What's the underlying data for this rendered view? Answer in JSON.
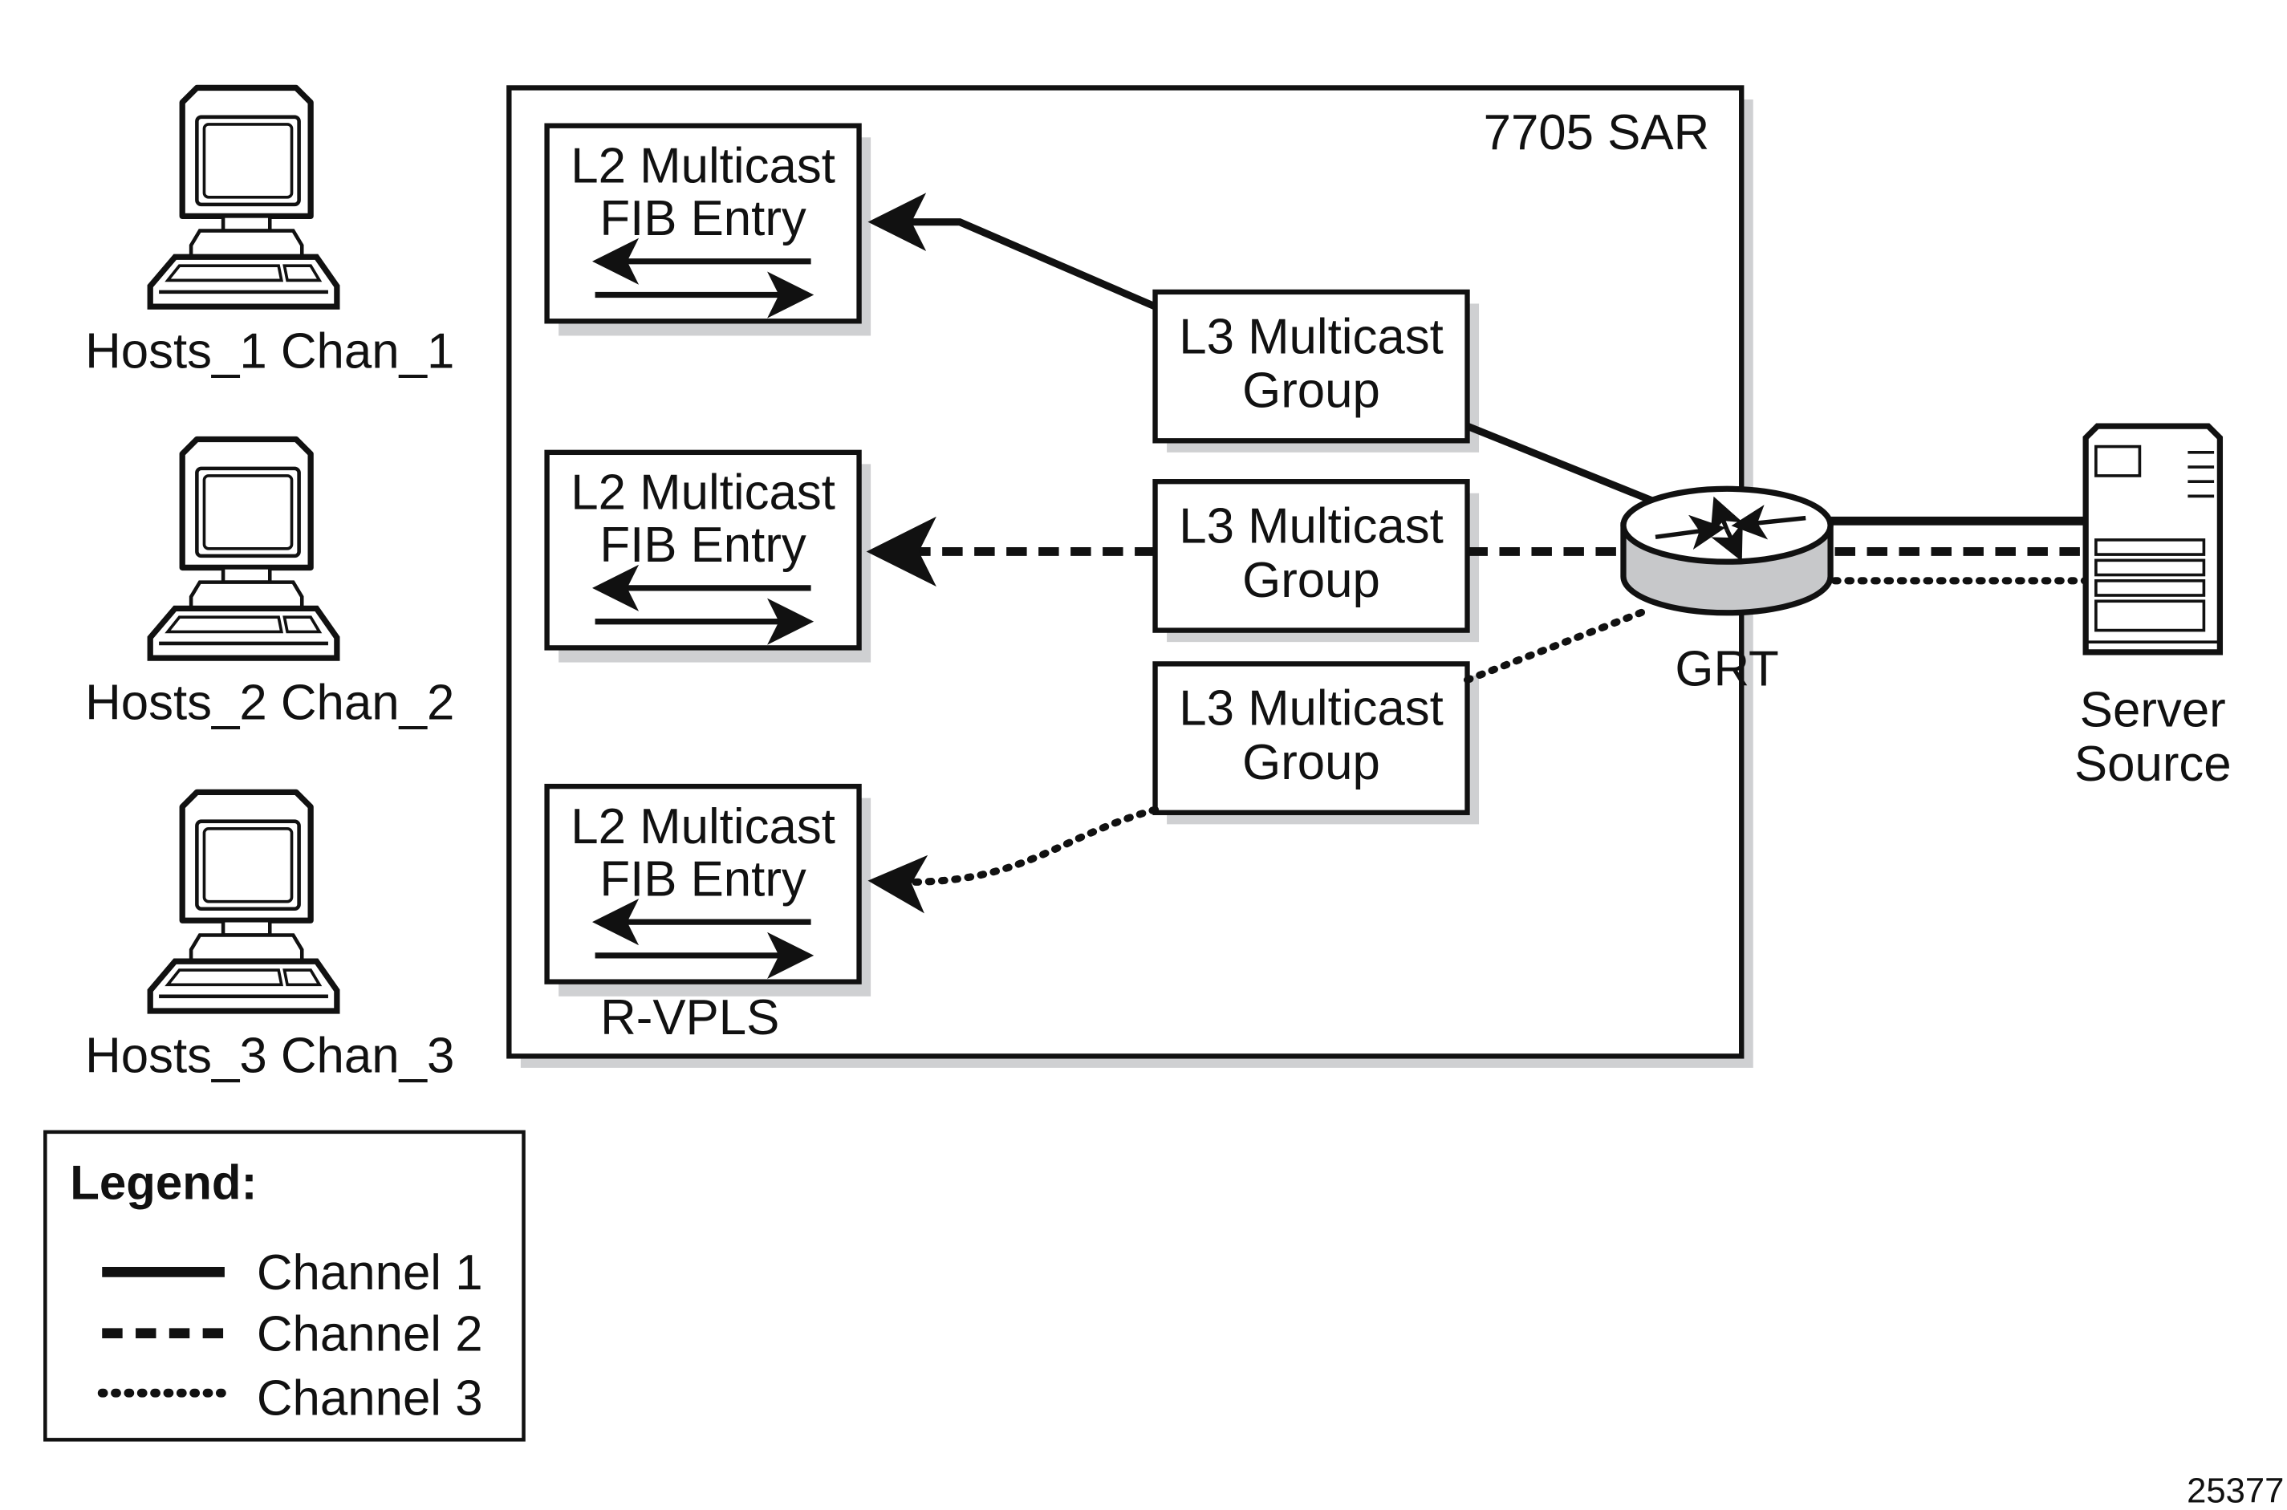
{
  "diagram": {
    "container": {
      "label": "7705 SAR"
    },
    "hosts": [
      {
        "label": "Hosts_1 Chan_1"
      },
      {
        "label": "Hosts_2 Chan_2"
      },
      {
        "label": "Hosts_3 Chan_3"
      }
    ],
    "l2_entries": [
      {
        "line1": "L2 Multicast",
        "line2": "FIB Entry",
        "channel": 1
      },
      {
        "line1": "L2 Multicast",
        "line2": "FIB Entry",
        "channel": 2
      },
      {
        "line1": "L2 Multicast",
        "line2": "FIB Entry",
        "channel": 3
      }
    ],
    "l3_groups": [
      {
        "line1": "L3 Multicast",
        "line2": "Group",
        "channel": 1
      },
      {
        "line1": "L3 Multicast",
        "line2": "Group",
        "channel": 2
      },
      {
        "line1": "L3 Multicast",
        "line2": "Group",
        "channel": 3
      }
    ],
    "rvpls_label": "R-VPLS",
    "router": {
      "label": "GRT"
    },
    "server": {
      "line1": "Server",
      "line2": "Source"
    },
    "legend": {
      "title": "Legend:",
      "items": [
        {
          "label": "Channel 1",
          "style": "solid"
        },
        {
          "label": "Channel 2",
          "style": "dashed"
        },
        {
          "label": "Channel 3",
          "style": "dotted"
        }
      ]
    },
    "figure_id": "25377"
  }
}
